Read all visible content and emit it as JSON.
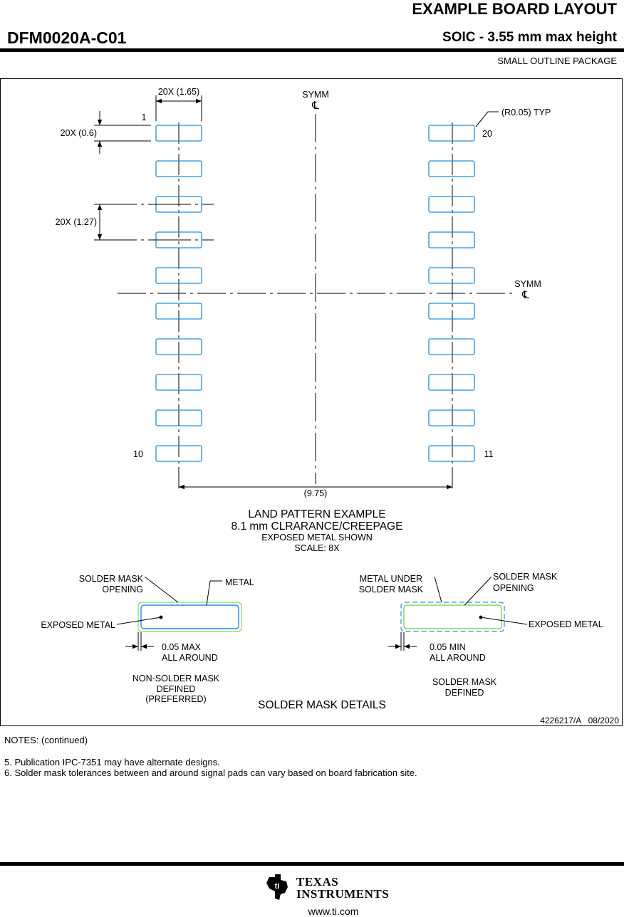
{
  "header": {
    "title": "EXAMPLE BOARD LAYOUT",
    "package_id": "DFM0020A-C01",
    "package_desc": "SOIC - 3.55 mm max height",
    "package_type": "SMALL OUTLINE PACKAGE"
  },
  "drawing": {
    "dim_pad_width": "20X (1.65)",
    "dim_pad_height": "20X (0.6)",
    "dim_pitch": "20X (1.27)",
    "dim_span": "(9.75)",
    "corner_radius": "(R0.05) TYP",
    "symm_label": "SYMM",
    "centerline_symbol": "℄",
    "pin_1": "1",
    "pin_10": "10",
    "pin_11": "11",
    "pin_20": "20",
    "caption_title": "LAND PATTERN EXAMPLE",
    "caption_clearance": "8.1 mm CLRARANCE/CREEPAGE",
    "caption_shown": "EXPOSED METAL SHOWN",
    "caption_scale": "SCALE: 8X"
  },
  "mask_details": {
    "left": {
      "solder_mask_opening_1": "SOLDER MASK",
      "solder_mask_opening_2": "OPENING",
      "metal": "METAL",
      "exposed_metal": "EXPOSED METAL",
      "tolerance_1": "0.05 MAX",
      "tolerance_2": "ALL AROUND",
      "type_1": "NON-SOLDER MASK",
      "type_2": "DEFINED",
      "type_3": "(PREFERRED)"
    },
    "right": {
      "metal_under_1": "METAL UNDER",
      "metal_under_2": "SOLDER MASK",
      "solder_mask_opening_1": "SOLDER MASK",
      "solder_mask_opening_2": "OPENING",
      "exposed_metal": "EXPOSED METAL",
      "tolerance_1": "0.05 MIN",
      "tolerance_2": "ALL AROUND",
      "type_1": "SOLDER MASK",
      "type_2": "DEFINED"
    },
    "title": "SOLDER MASK DETAILS"
  },
  "doc_ref": "4226217/A   08/2020",
  "notes": {
    "heading": "NOTES: (continued)",
    "items": [
      "5. Publication IPC-7351 may have alternate designs.",
      "6. Solder mask tolerances between and around signal pads can vary based on board fabrication site."
    ]
  },
  "footer": {
    "brand_1": "TEXAS",
    "brand_2": "INSTRUMENTS",
    "url": "www.ti.com"
  },
  "colors": {
    "pad": "#1f8fe0",
    "mask_green": "#7ed957",
    "line": "#000000"
  }
}
